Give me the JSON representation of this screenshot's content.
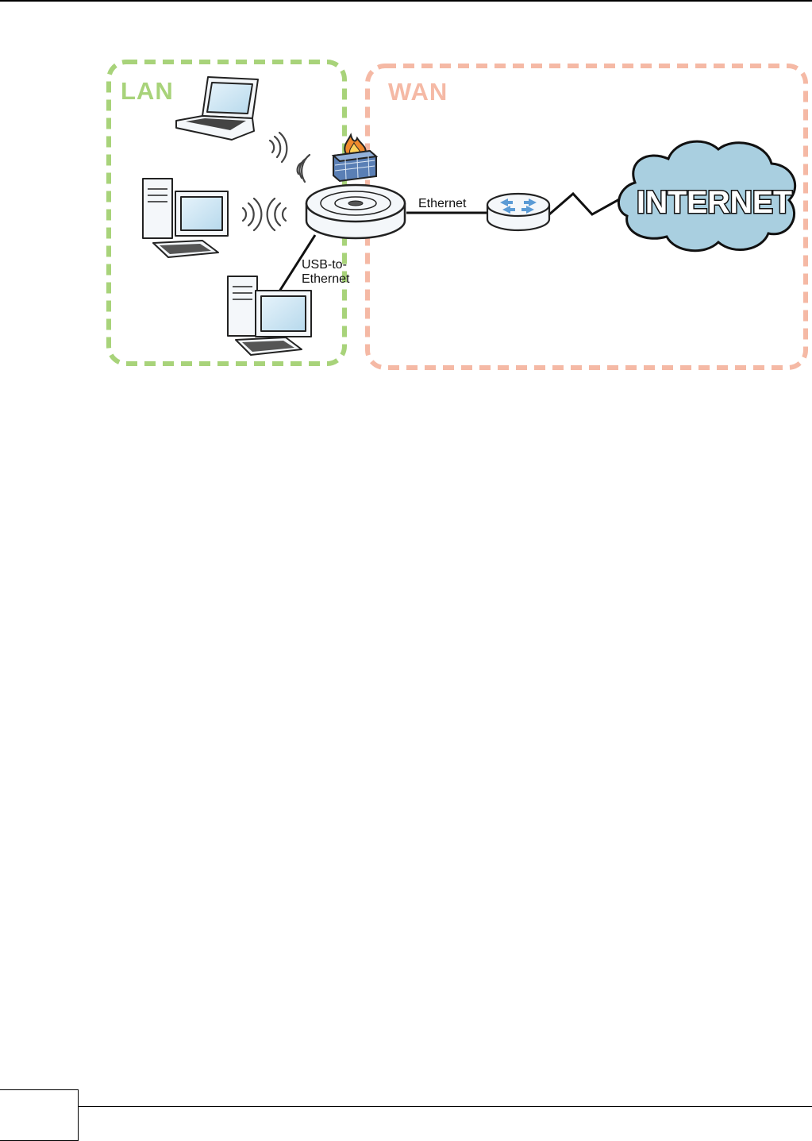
{
  "diagram": {
    "zones": {
      "lan": "LAN",
      "wan": "WAN"
    },
    "links": {
      "ethernet": "Ethernet",
      "usb_line1": "USB-to-",
      "usb_line2": "Ethernet"
    },
    "cloud_text": "INTERNET"
  },
  "colors": {
    "lan_border": "#a8d37a",
    "wan_border": "#f5b9a5",
    "cloud_fill": "#a9cfe0",
    "screen_blue": "#c9e4f2",
    "device_body": "#f4f7fa",
    "firewall_blue": "#5a7fb5"
  }
}
